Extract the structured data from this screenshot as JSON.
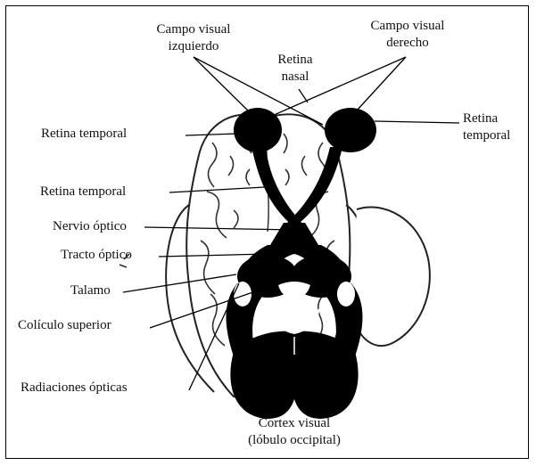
{
  "labels": {
    "left_visual_field": [
      "Campo visual",
      "izquierdo"
    ],
    "right_visual_field": [
      "Campo visual",
      "derecho"
    ],
    "nasal_retina": [
      "Retina",
      "nasal"
    ],
    "temporal_retina_left": "Retina temporal",
    "temporal_retina_right": [
      "Retina",
      "temporal"
    ],
    "temporal_retina_lower": "Retina temporal",
    "optic_nerve": "Nervio óptico",
    "optic_tract": "Tracto óptico",
    "thalamus": "Talamo",
    "superior_colliculus": "Colículo superior",
    "optic_radiations": "Radiaciones ópticas",
    "visual_cortex": [
      "Cortex visual",
      "(lóbulo occipital)"
    ]
  }
}
